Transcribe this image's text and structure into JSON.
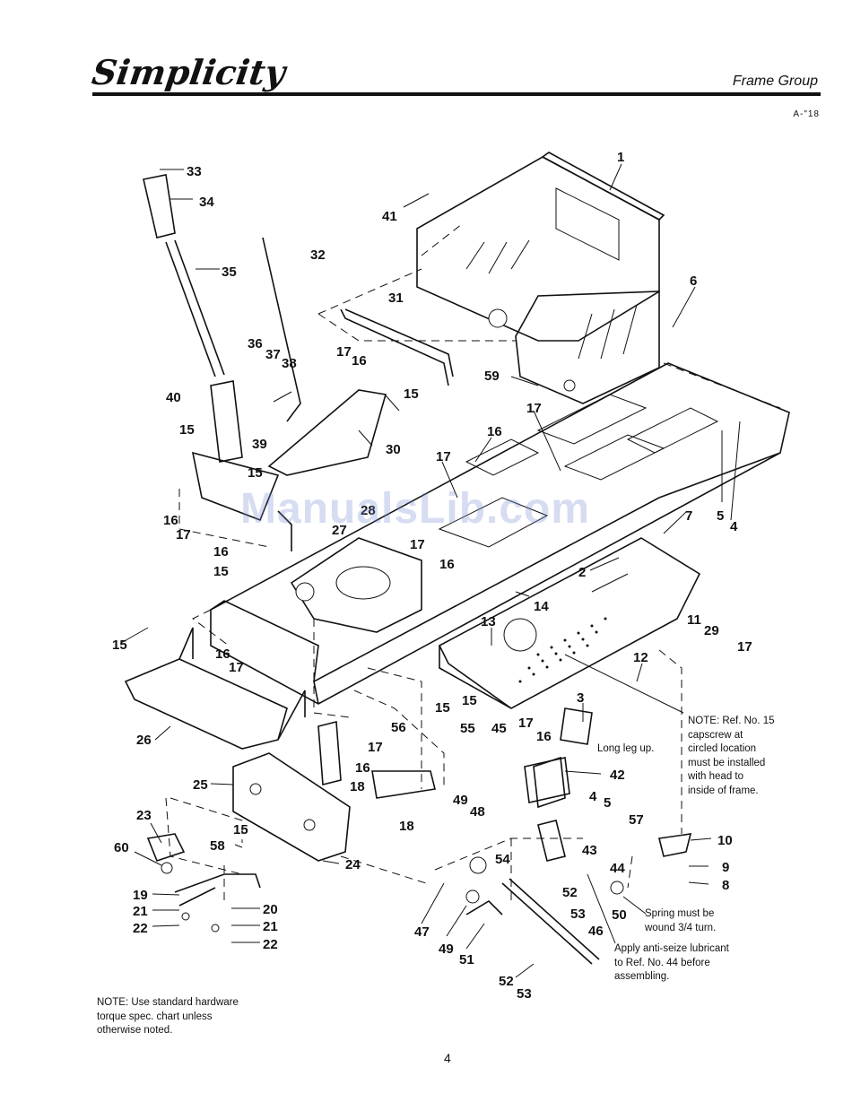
{
  "header": {
    "brand": "Simplicity",
    "section_title": "Frame Group",
    "doc_code": "A-\"18"
  },
  "watermark": "ManualsLib.com",
  "notes": {
    "ref15": "NOTE: Ref. No. 15\ncapscrew at\ncircled location\nmust be installed\nwith head to\ninside of frame.",
    "long_leg": "Long leg up.",
    "spring": "Spring must be\nwound 3/4 turn.",
    "anti_seize": "Apply anti-seize lubricant\nto Ref. No. 44 before\nassembling.",
    "torque": "NOTE: Use standard hardware\ntorque spec. chart unless\notherwise noted."
  },
  "page_number": "4",
  "callouts": [
    "1",
    "2",
    "3",
    "4",
    "4",
    "5",
    "5",
    "6",
    "7",
    "8",
    "9",
    "10",
    "11",
    "12",
    "13",
    "14",
    "15",
    "15",
    "15",
    "15",
    "15",
    "15",
    "15",
    "15",
    "16",
    "16",
    "16",
    "16",
    "16",
    "16",
    "16",
    "16",
    "17",
    "17",
    "17",
    "17",
    "17",
    "17",
    "17",
    "17",
    "17",
    "18",
    "18",
    "19",
    "20",
    "21",
    "21",
    "22",
    "22",
    "23",
    "24",
    "25",
    "26",
    "27",
    "28",
    "29",
    "30",
    "31",
    "32",
    "33",
    "34",
    "35",
    "36",
    "37",
    "38",
    "39",
    "40",
    "41",
    "42",
    "43",
    "44",
    "45",
    "46",
    "47",
    "49",
    "48",
    "49",
    "50",
    "51",
    "52",
    "52",
    "53",
    "53",
    "54",
    "55",
    "56",
    "57",
    "58",
    "59",
    "60"
  ]
}
